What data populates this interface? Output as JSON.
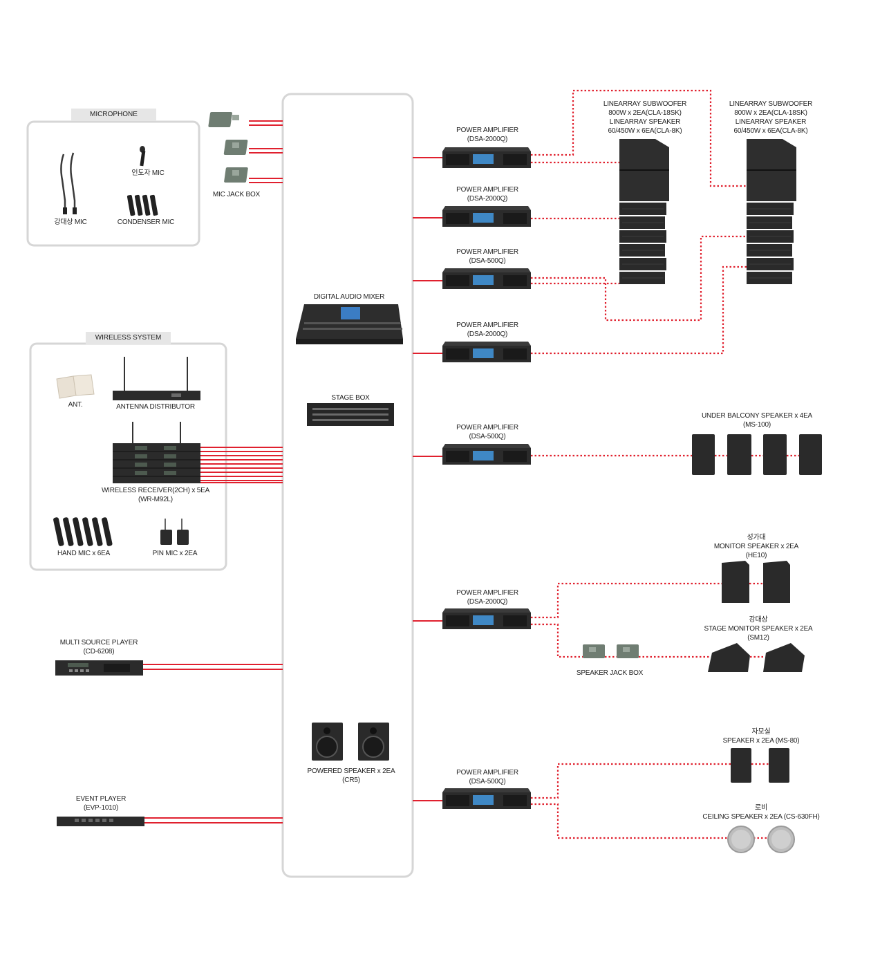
{
  "groups": {
    "microphone": "MICROPHONE",
    "wireless": "WIRELESS SYSTEM"
  },
  "labels": {
    "podium_mic": "강대상 MIC",
    "leader_mic": "인도자 MIC",
    "condenser_mic": "CONDENSER MIC",
    "mic_jack_box": "MIC JACK BOX",
    "ant": "ANT.",
    "antenna_distributor": "ANTENNA DISTRIBUTOR",
    "wireless_receiver": [
      "WIRELESS RECEIVER(2CH) x 5EA",
      "(WR-M92L)"
    ],
    "hand_mic": "HAND MIC x 6EA",
    "pin_mic": "PIN MIC x 2EA",
    "multi_source_player": [
      "MULTI SOURCE PLAYER",
      "(CD-6208)"
    ],
    "event_player": [
      "EVENT PLAYER",
      "(EVP-1010)"
    ],
    "digital_audio_mixer": "DIGITAL AUDIO MIXER",
    "stage_box": "STAGE BOX",
    "powered_speaker": [
      "POWERED SPEAKER x 2EA",
      "(CR5)"
    ],
    "amp1": [
      "POWER AMPLIFIER",
      "(DSA-2000Q)"
    ],
    "amp2": [
      "POWER AMPLIFIER",
      "(DSA-2000Q)"
    ],
    "amp3": [
      "POWER AMPLIFIER",
      "(DSA-500Q)"
    ],
    "amp4": [
      "POWER AMPLIFIER",
      "(DSA-2000Q)"
    ],
    "amp5": [
      "POWER AMPLIFIER",
      "(DSA-500Q)"
    ],
    "amp6": [
      "POWER AMPLIFIER",
      "(DSA-2000Q)"
    ],
    "amp7": [
      "POWER AMPLIFIER",
      "(DSA-500Q)"
    ],
    "linearray_left": [
      "LINEARRAY SUBWOOFER",
      "800W x 2EA(CLA-18SK)",
      "LINEARRAY SPEAKER",
      "60/450W x 6EA(CLA-8K)"
    ],
    "linearray_right": [
      "LINEARRAY SUBWOOFER",
      "800W x 2EA(CLA-18SK)",
      "LINEARRAY SPEAKER",
      "60/450W x 6EA(CLA-8K)"
    ],
    "under_balcony": [
      "UNDER BALCONY SPEAKER x 4EA",
      "(MS-100)"
    ],
    "monitor_speaker": [
      "성가대",
      "MONITOR SPEAKER x 2EA",
      "(HE10)"
    ],
    "stage_monitor": [
      "강대상",
      "STAGE MONITOR SPEAKER x 2EA",
      "(SM12)"
    ],
    "speaker_jack_box": "SPEAKER JACK BOX",
    "jamosil_speaker": [
      "자모실",
      "SPEAKER x 2EA (MS-80)"
    ],
    "ceiling_speaker": [
      "로비",
      "CEILING SPEAKER x 2EA (CS-630FH)"
    ]
  },
  "colors": {
    "cable": "#e0202e",
    "panel_border": "#d9d9d9",
    "device_dark": "#2b2b2b",
    "speaker_dark": "#2a2a2a"
  }
}
